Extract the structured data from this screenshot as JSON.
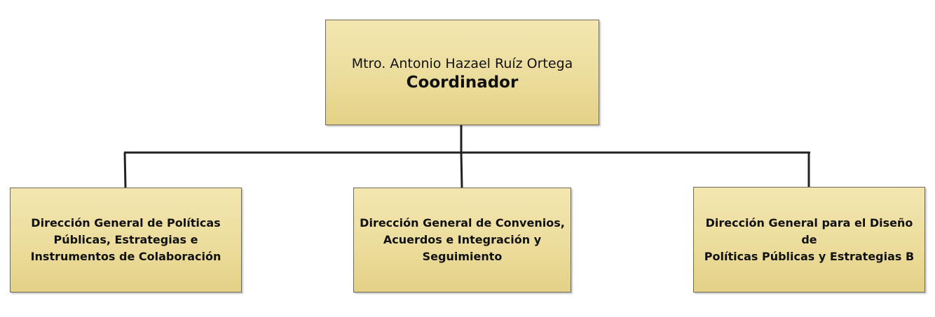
{
  "root": {
    "name": "Mtro. Antonio Hazael Ruíz Ortega",
    "role": "Coordinador"
  },
  "children": [
    {
      "label": "Dirección General de Políticas\nPúblicas, Estrategias e\nInstrumentos de Colaboración"
    },
    {
      "label": "Dirección General de Convenios,\nAcuerdos e Integración y\nSeguimiento"
    },
    {
      "label": "Dirección General para el Diseño de\nPolíticas Públicas y Estrategias B"
    }
  ],
  "colors": {
    "box_fill": "#ecdd9d",
    "box_border": "#6f6a55",
    "connector": "#222222"
  }
}
